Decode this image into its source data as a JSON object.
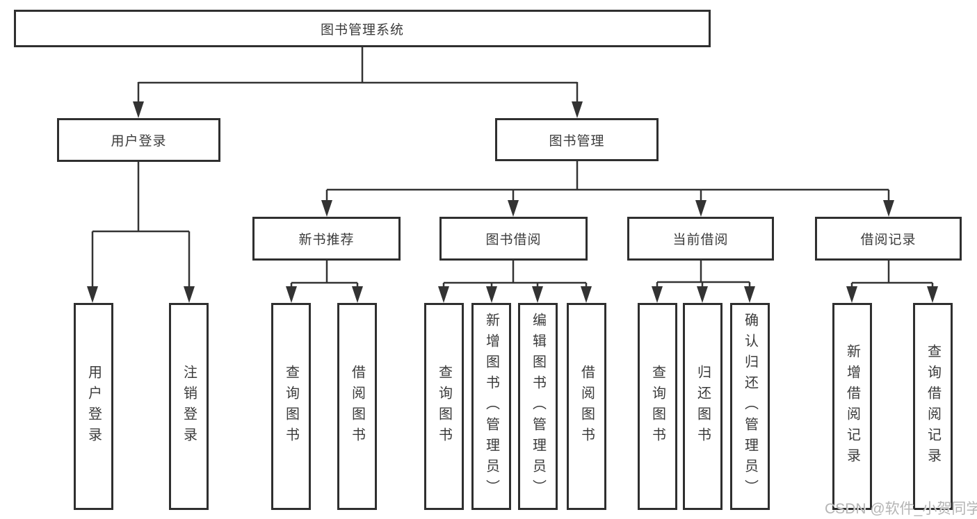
{
  "tree": {
    "label": "图书管理系统",
    "children": [
      {
        "label": "用户登录",
        "children": [
          {
            "label": "用户登录"
          },
          {
            "label": "注销登录"
          }
        ]
      },
      {
        "label": "图书管理",
        "children": [
          {
            "label": "新书推荐",
            "children": [
              {
                "label": "查询图书"
              },
              {
                "label": "借阅图书"
              }
            ]
          },
          {
            "label": "图书借阅",
            "children": [
              {
                "label": "查询图书"
              },
              {
                "label": "新增图书（管理员）"
              },
              {
                "label": "编辑图书（管理员）"
              },
              {
                "label": "借阅图书"
              }
            ]
          },
          {
            "label": "当前借阅",
            "children": [
              {
                "label": "查询图书"
              },
              {
                "label": "归还图书"
              },
              {
                "label": "确认归还（管理员）"
              }
            ]
          },
          {
            "label": "借阅记录",
            "children": [
              {
                "label": "新增借阅记录"
              },
              {
                "label": "查询借阅记录"
              }
            ]
          }
        ]
      }
    ]
  },
  "watermark": {
    "text": "CSDN @软件_小贺同学"
  },
  "colors": {
    "line": "#333333",
    "box_border": "#2f2f2f",
    "text": "#3b3b3b",
    "watermark": "#b5b5b5",
    "background": "#ffffff"
  }
}
